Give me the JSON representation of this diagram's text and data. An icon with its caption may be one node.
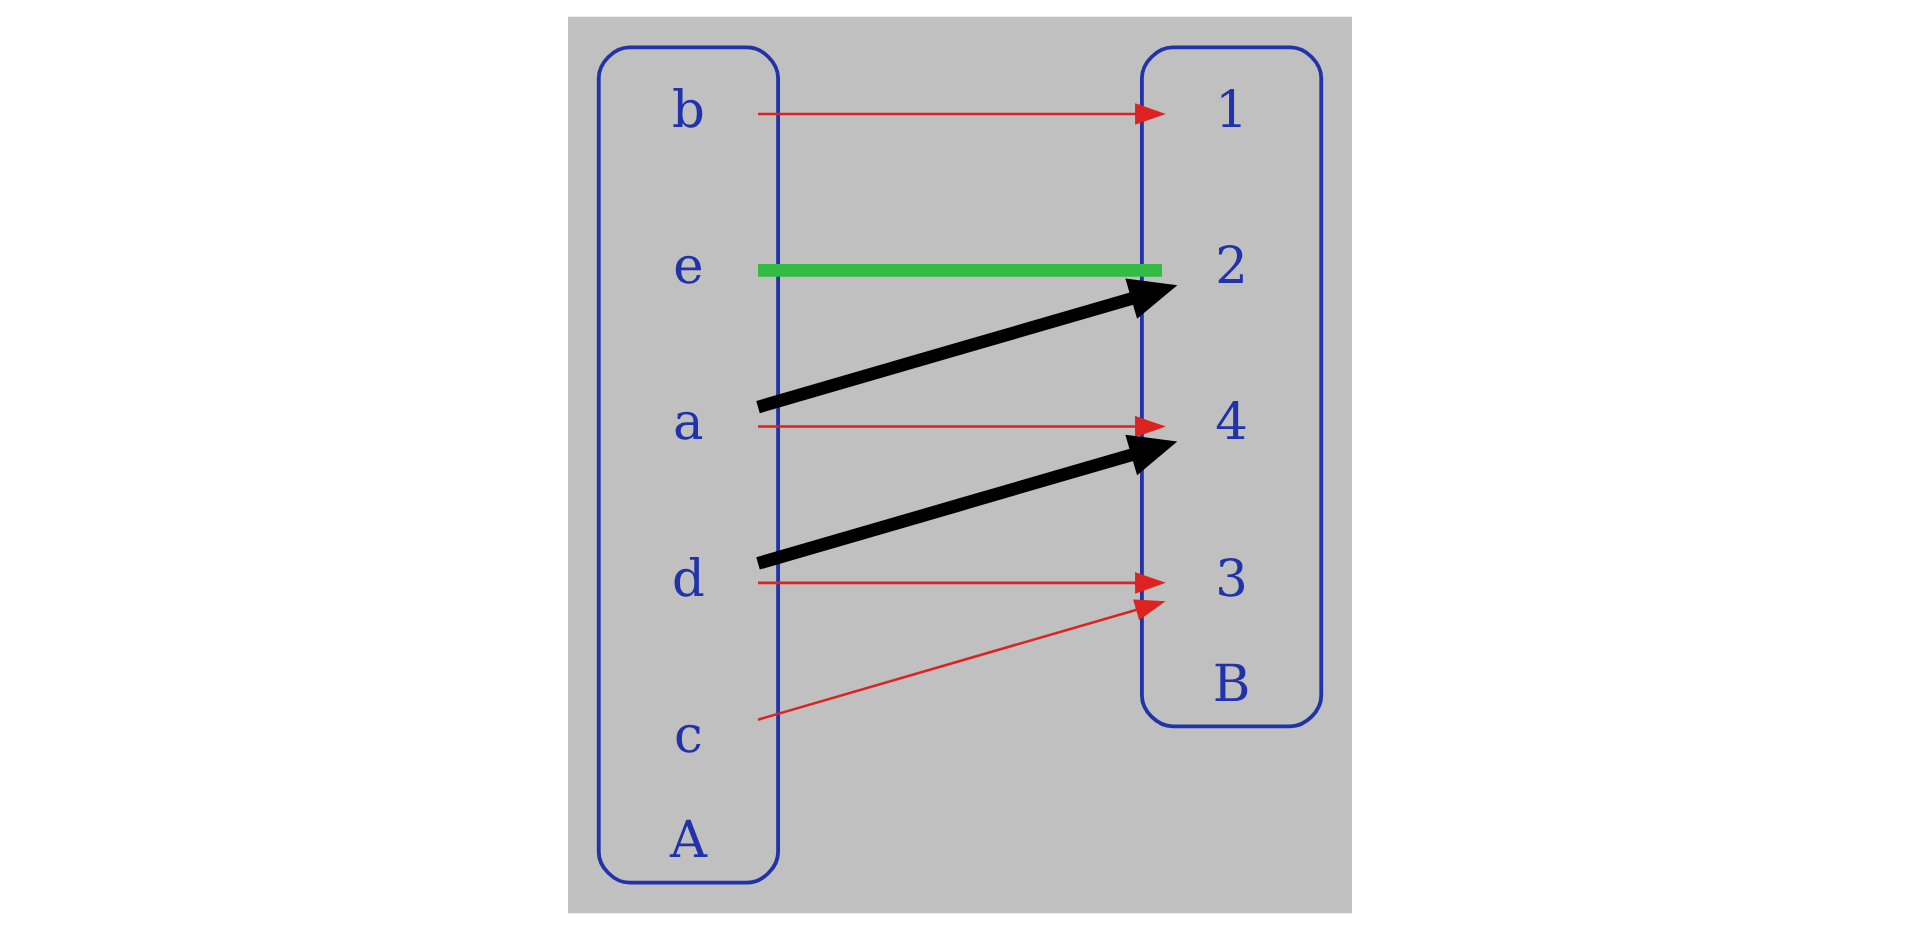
{
  "diagram": {
    "nodes": [
      {
        "text": [
          "A"
        ]
      },
      {
        "text": [
          "a"
        ],
        "in": 0
      },
      {
        "text": [
          "b"
        ],
        "in": 0
      },
      {
        "text": [
          "c"
        ],
        "in": 0
      },
      {
        "text": [
          "d"
        ],
        "in": 0
      },
      {
        "text": [
          "e"
        ],
        "in": 0
      },
      {
        "text": [
          "B"
        ]
      },
      {
        "text": [
          "1"
        ],
        "in": 6
      },
      {
        "text": [
          "2"
        ],
        "in": 6
      },
      {
        "text": [
          "3"
        ],
        "in": 6
      },
      {
        "text": [
          "4"
        ],
        "in": 6
      }
    ],
    "edges": [
      {
        "from": 1,
        "to": 8,
        "arrow": "to",
        "style": "thick",
        "color": "#000000"
      },
      {
        "from": 1,
        "to": 10,
        "arrow": "to"
      },
      {
        "from": 2,
        "to": 7,
        "arrow": "to"
      },
      {
        "from": 3,
        "to": 9,
        "arrow": "to"
      },
      {
        "from": 4,
        "to": 9,
        "arrow": "to"
      },
      {
        "from": 4,
        "to": 10,
        "arrow": "to",
        "style": "thick",
        "color": "#000000"
      },
      {
        "from": 5,
        "to": 8,
        "arrow": "none",
        "style": "thick",
        "color": "#33bb44"
      }
    ]
  }
}
